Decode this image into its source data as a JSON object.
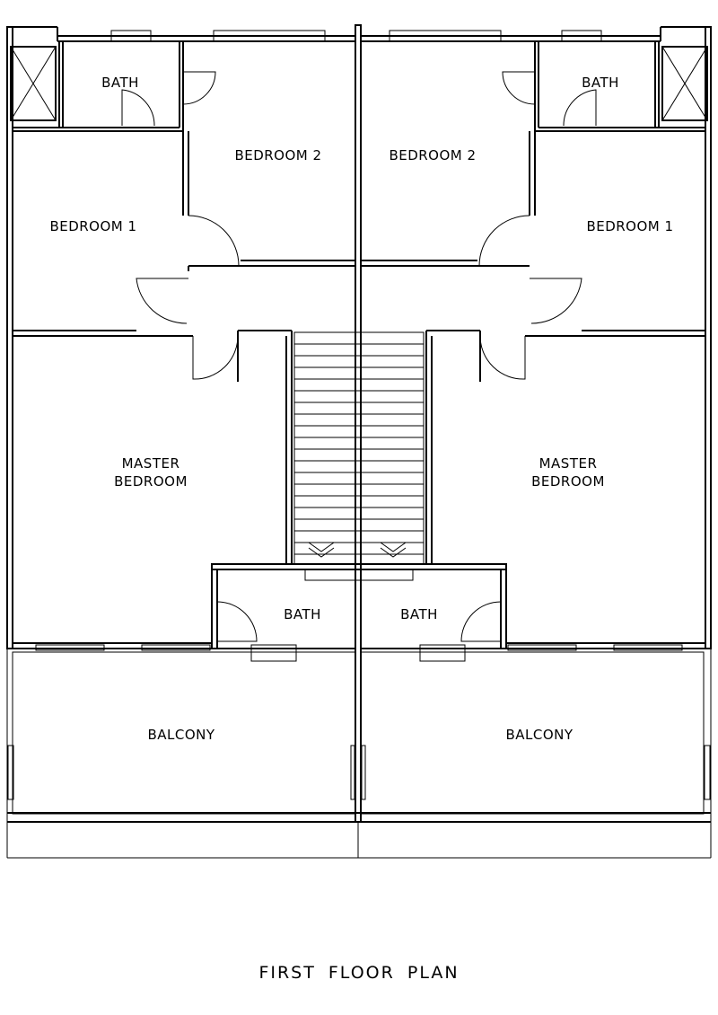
{
  "title": "FIRST FLOOR PLAN",
  "rooms": {
    "left": {
      "bath_top": "BATH",
      "bedroom2": "BEDROOM 2",
      "bedroom1": "BEDROOM 1",
      "master": "MASTER\nBEDROOM",
      "bath_bottom": "BATH",
      "balcony": "BALCONY"
    },
    "right": {
      "bath_top": "BATH",
      "bedroom2": "BEDROOM 2",
      "bedroom1": "BEDROOM 1",
      "master": "MASTER\nBEDROOM",
      "bath_bottom": "BATH",
      "balcony": "BALCONY"
    }
  }
}
